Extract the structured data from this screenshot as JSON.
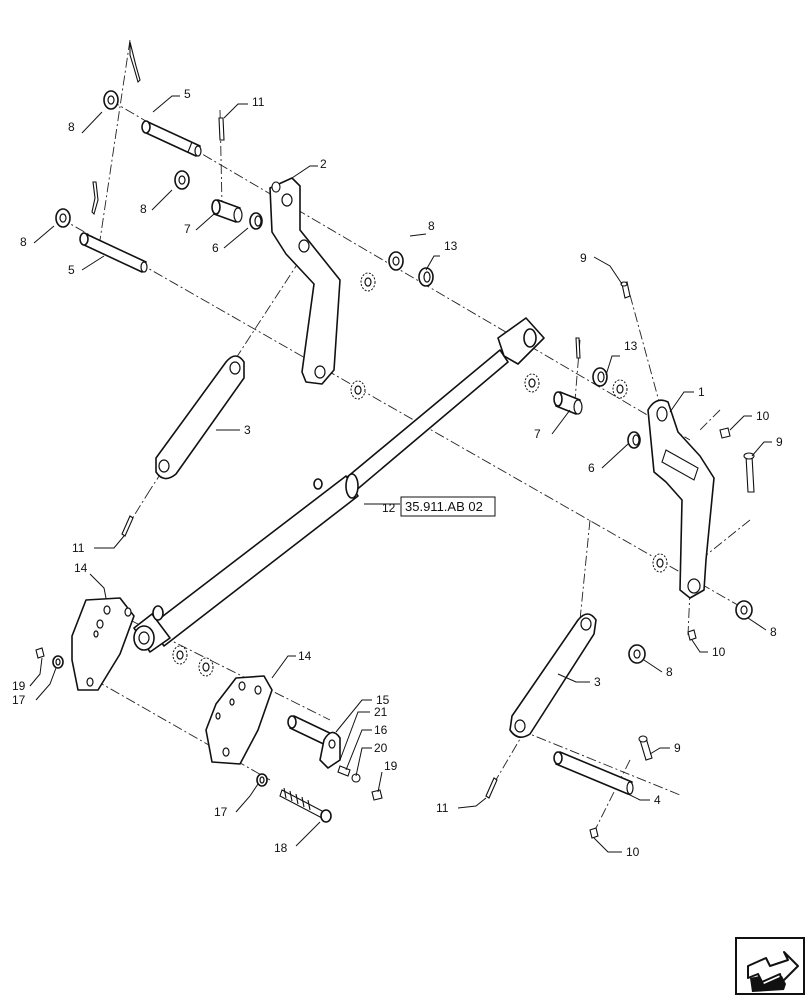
{
  "callouts": [
    {
      "id": "c5a",
      "text": "5"
    },
    {
      "id": "c8a",
      "text": "8"
    },
    {
      "id": "c11a",
      "text": "11"
    },
    {
      "id": "c2",
      "text": "2"
    },
    {
      "id": "c8b",
      "text": "8"
    },
    {
      "id": "c7a",
      "text": "7"
    },
    {
      "id": "c6a",
      "text": "6"
    },
    {
      "id": "c8c",
      "text": "8"
    },
    {
      "id": "c5b",
      "text": "5"
    },
    {
      "id": "c8d",
      "text": "8"
    },
    {
      "id": "c13a",
      "text": "13"
    },
    {
      "id": "c9a",
      "text": "9"
    },
    {
      "id": "c13b",
      "text": "13"
    },
    {
      "id": "c1",
      "text": "1"
    },
    {
      "id": "c10a",
      "text": "10"
    },
    {
      "id": "c3a",
      "text": "3"
    },
    {
      "id": "c7b",
      "text": "7"
    },
    {
      "id": "c9b",
      "text": "9"
    },
    {
      "id": "c6b",
      "text": "6"
    },
    {
      "id": "c12",
      "text": "12"
    },
    {
      "id": "c11b",
      "text": "11"
    },
    {
      "id": "c14a",
      "text": "14"
    },
    {
      "id": "c8e",
      "text": "8"
    },
    {
      "id": "c10b",
      "text": "10"
    },
    {
      "id": "c8f",
      "text": "8"
    },
    {
      "id": "c14b",
      "text": "14"
    },
    {
      "id": "c19a",
      "text": "19"
    },
    {
      "id": "c17a",
      "text": "17"
    },
    {
      "id": "c3b",
      "text": "3"
    },
    {
      "id": "c15",
      "text": "15"
    },
    {
      "id": "c21",
      "text": "21"
    },
    {
      "id": "c16",
      "text": "16"
    },
    {
      "id": "c20",
      "text": "20"
    },
    {
      "id": "c19b",
      "text": "19"
    },
    {
      "id": "c9c",
      "text": "9"
    },
    {
      "id": "c17b",
      "text": "17"
    },
    {
      "id": "c4",
      "text": "4"
    },
    {
      "id": "c11c",
      "text": "11"
    },
    {
      "id": "c18",
      "text": "18"
    },
    {
      "id": "c10c",
      "text": "10"
    }
  ],
  "reference": {
    "text": "35.911.AB 02"
  },
  "nav_icon": {
    "name": "next-page-arrow-icon"
  }
}
